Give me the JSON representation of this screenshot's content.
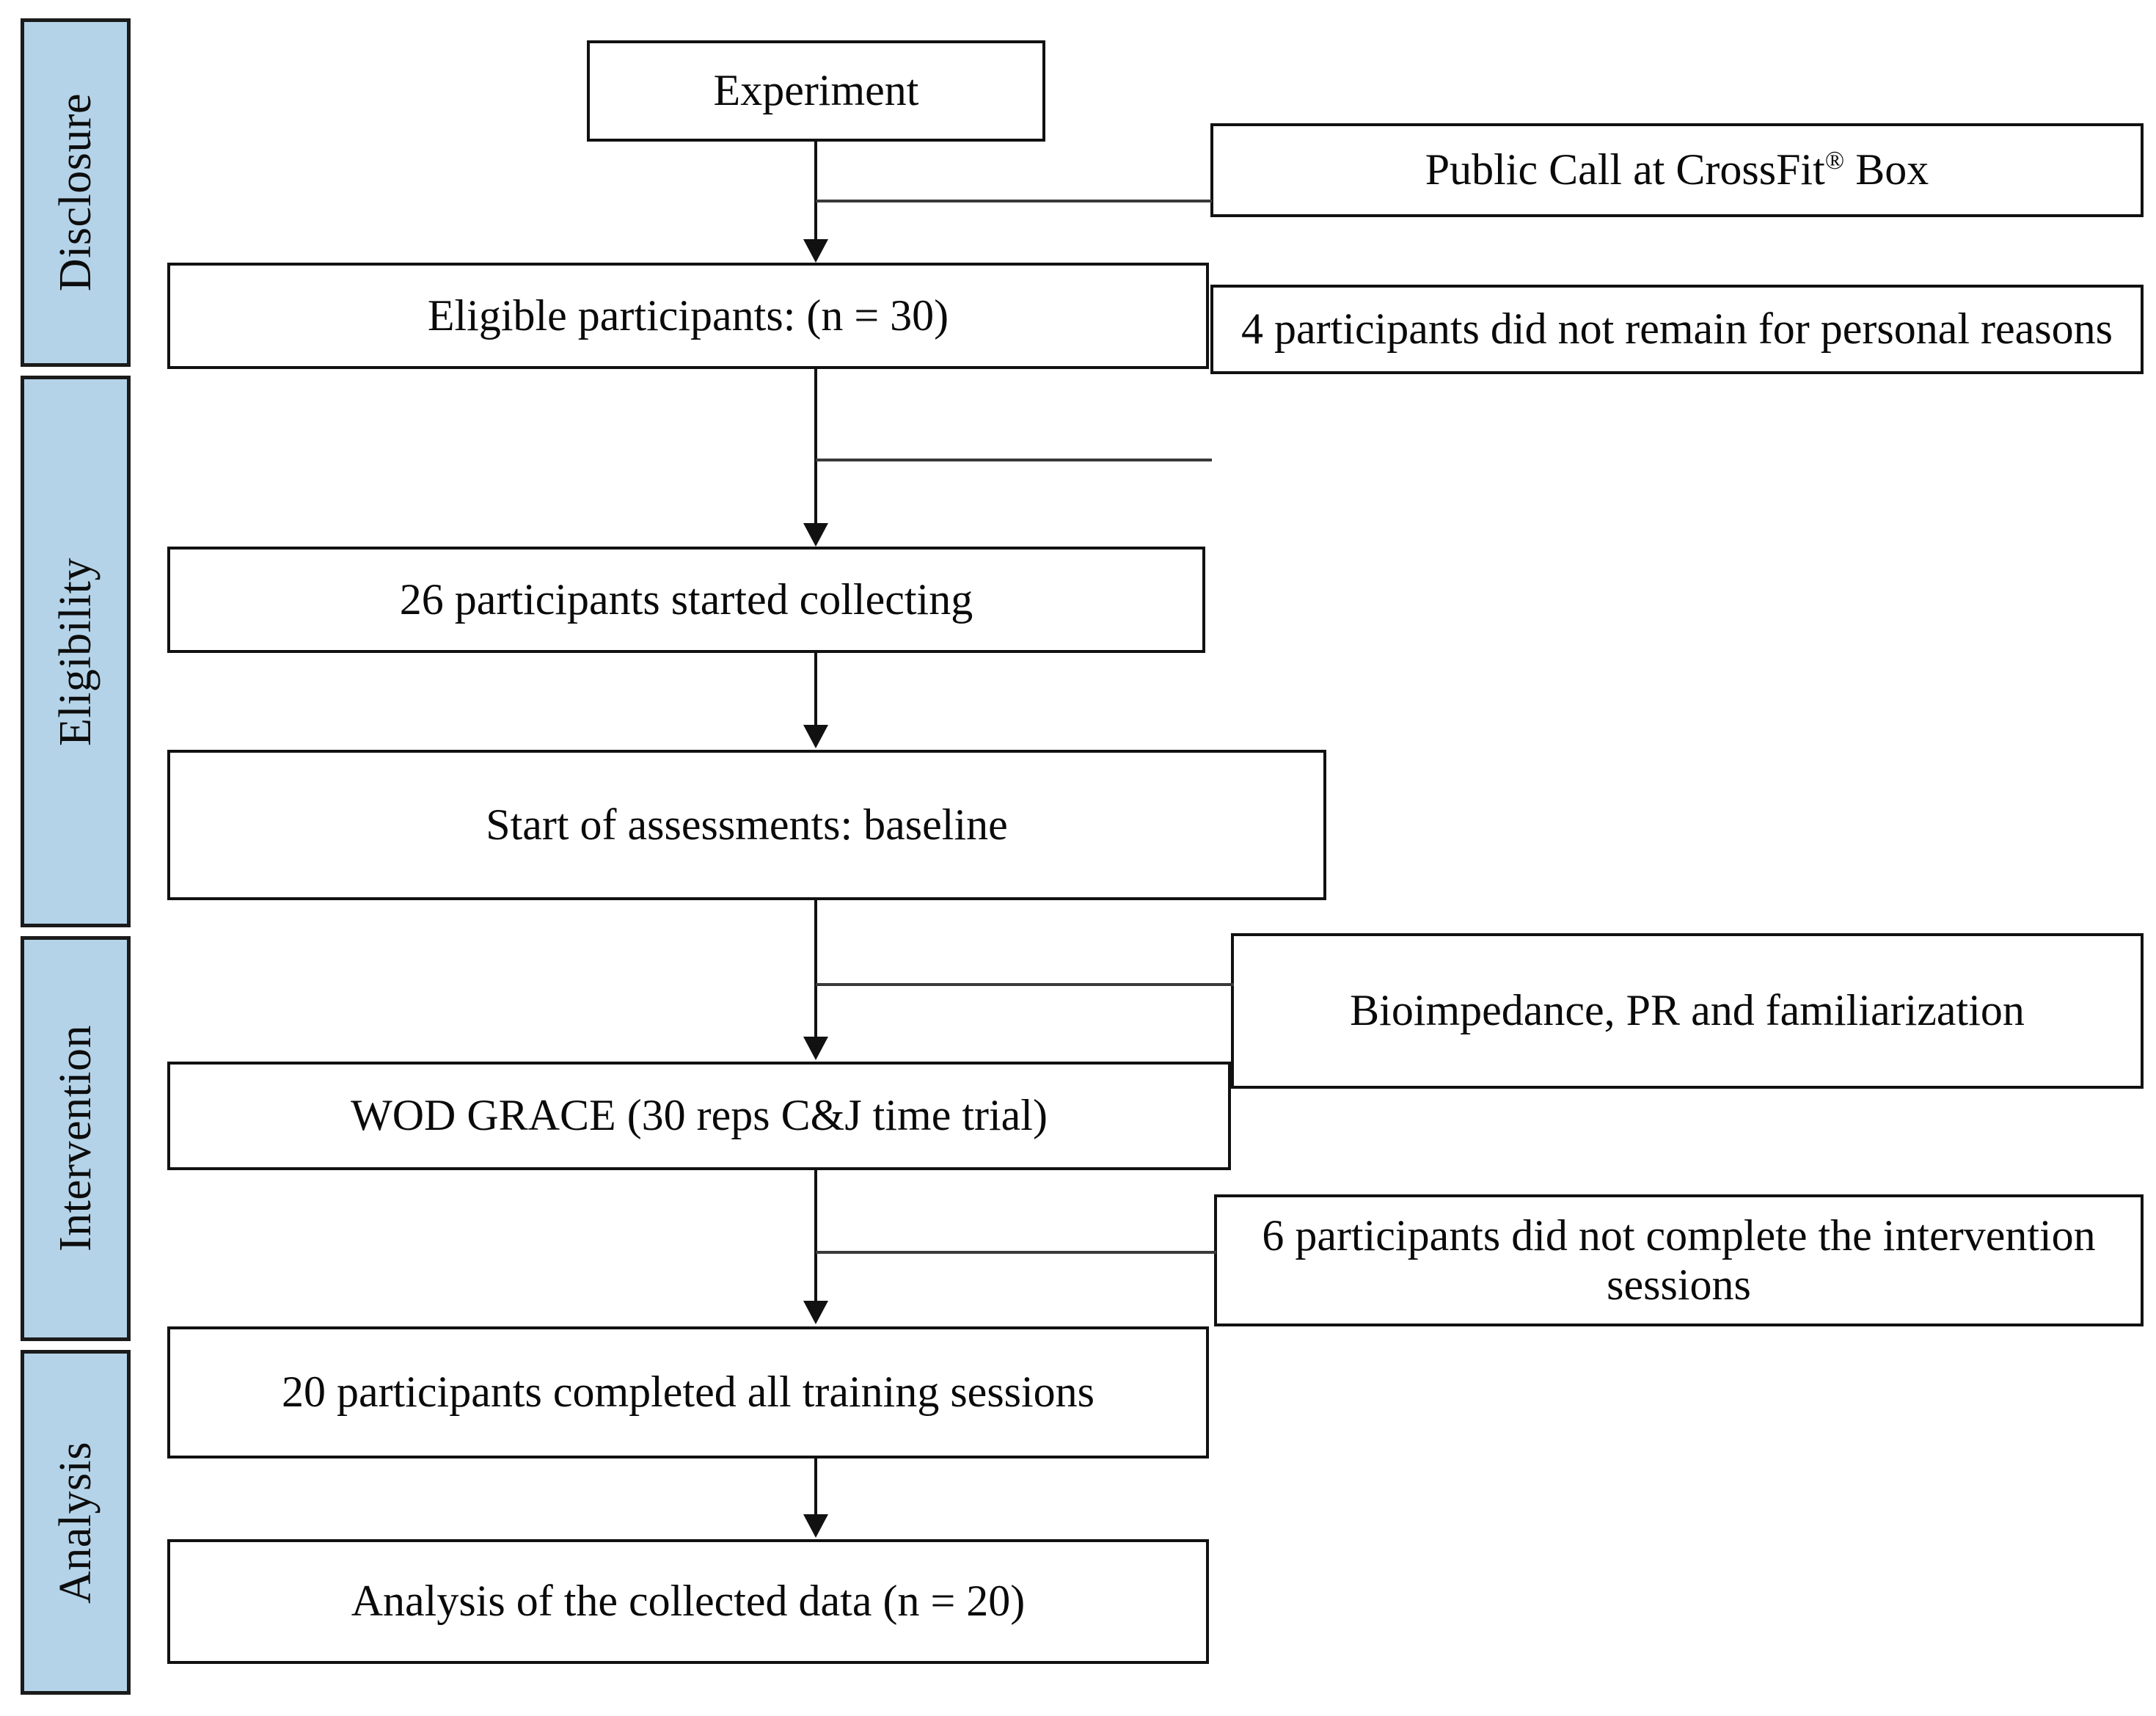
{
  "figure": {
    "type": "flowchart",
    "orientation": "vertical",
    "accent_color": "#b4d3e8",
    "line_color": "#111111",
    "box_fill": "#ffffff"
  },
  "stages": [
    {
      "id": "disclosure",
      "label": "Disclosure"
    },
    {
      "id": "eligibility",
      "label": "Eligibility"
    },
    {
      "id": "intervention",
      "label": "Intervention"
    },
    {
      "id": "analysis",
      "label": "Analysis"
    }
  ],
  "main_flow": [
    {
      "id": "experiment",
      "text": "Experiment"
    },
    {
      "id": "eligible-participants",
      "text": "Eligible participants: (n = 30)"
    },
    {
      "id": "started-collecting",
      "text": "26 participants started collecting"
    },
    {
      "id": "start-assessments",
      "text": "Start of assessments: baseline"
    },
    {
      "id": "wod-grace",
      "text": "WOD GRACE (30 reps C&J time trial)"
    },
    {
      "id": "completed-training",
      "text": "20 participants completed all training sessions"
    },
    {
      "id": "analysis-data",
      "text": "Analysis of the collected data (n = 20)"
    }
  ],
  "side_notes": [
    {
      "id": "public-call",
      "text_before": "Public Call at CrossFit",
      "superscript": "®",
      "text_after": " Box"
    },
    {
      "id": "not-remain",
      "text": "4 participants did not remain for personal reasons"
    },
    {
      "id": "bioimpedance",
      "text": "Bioimpedance, PR and familiarization"
    },
    {
      "id": "not-complete",
      "text": "6 participants did not complete the intervention sessions"
    }
  ]
}
